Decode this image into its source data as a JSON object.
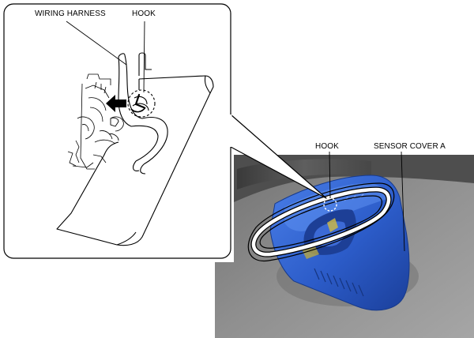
{
  "labels": {
    "wiring_harness": "WIRING HARNESS",
    "hook_inset": "HOOK",
    "hook_photo": "HOOK",
    "sensor_cover": "SENSOR COVER A"
  },
  "colors": {
    "sensor_cover": "#2f5fd0",
    "photo_background": "#8c8c8c",
    "photo_shadow": "#5a5a5a",
    "line_art": "#000000"
  }
}
